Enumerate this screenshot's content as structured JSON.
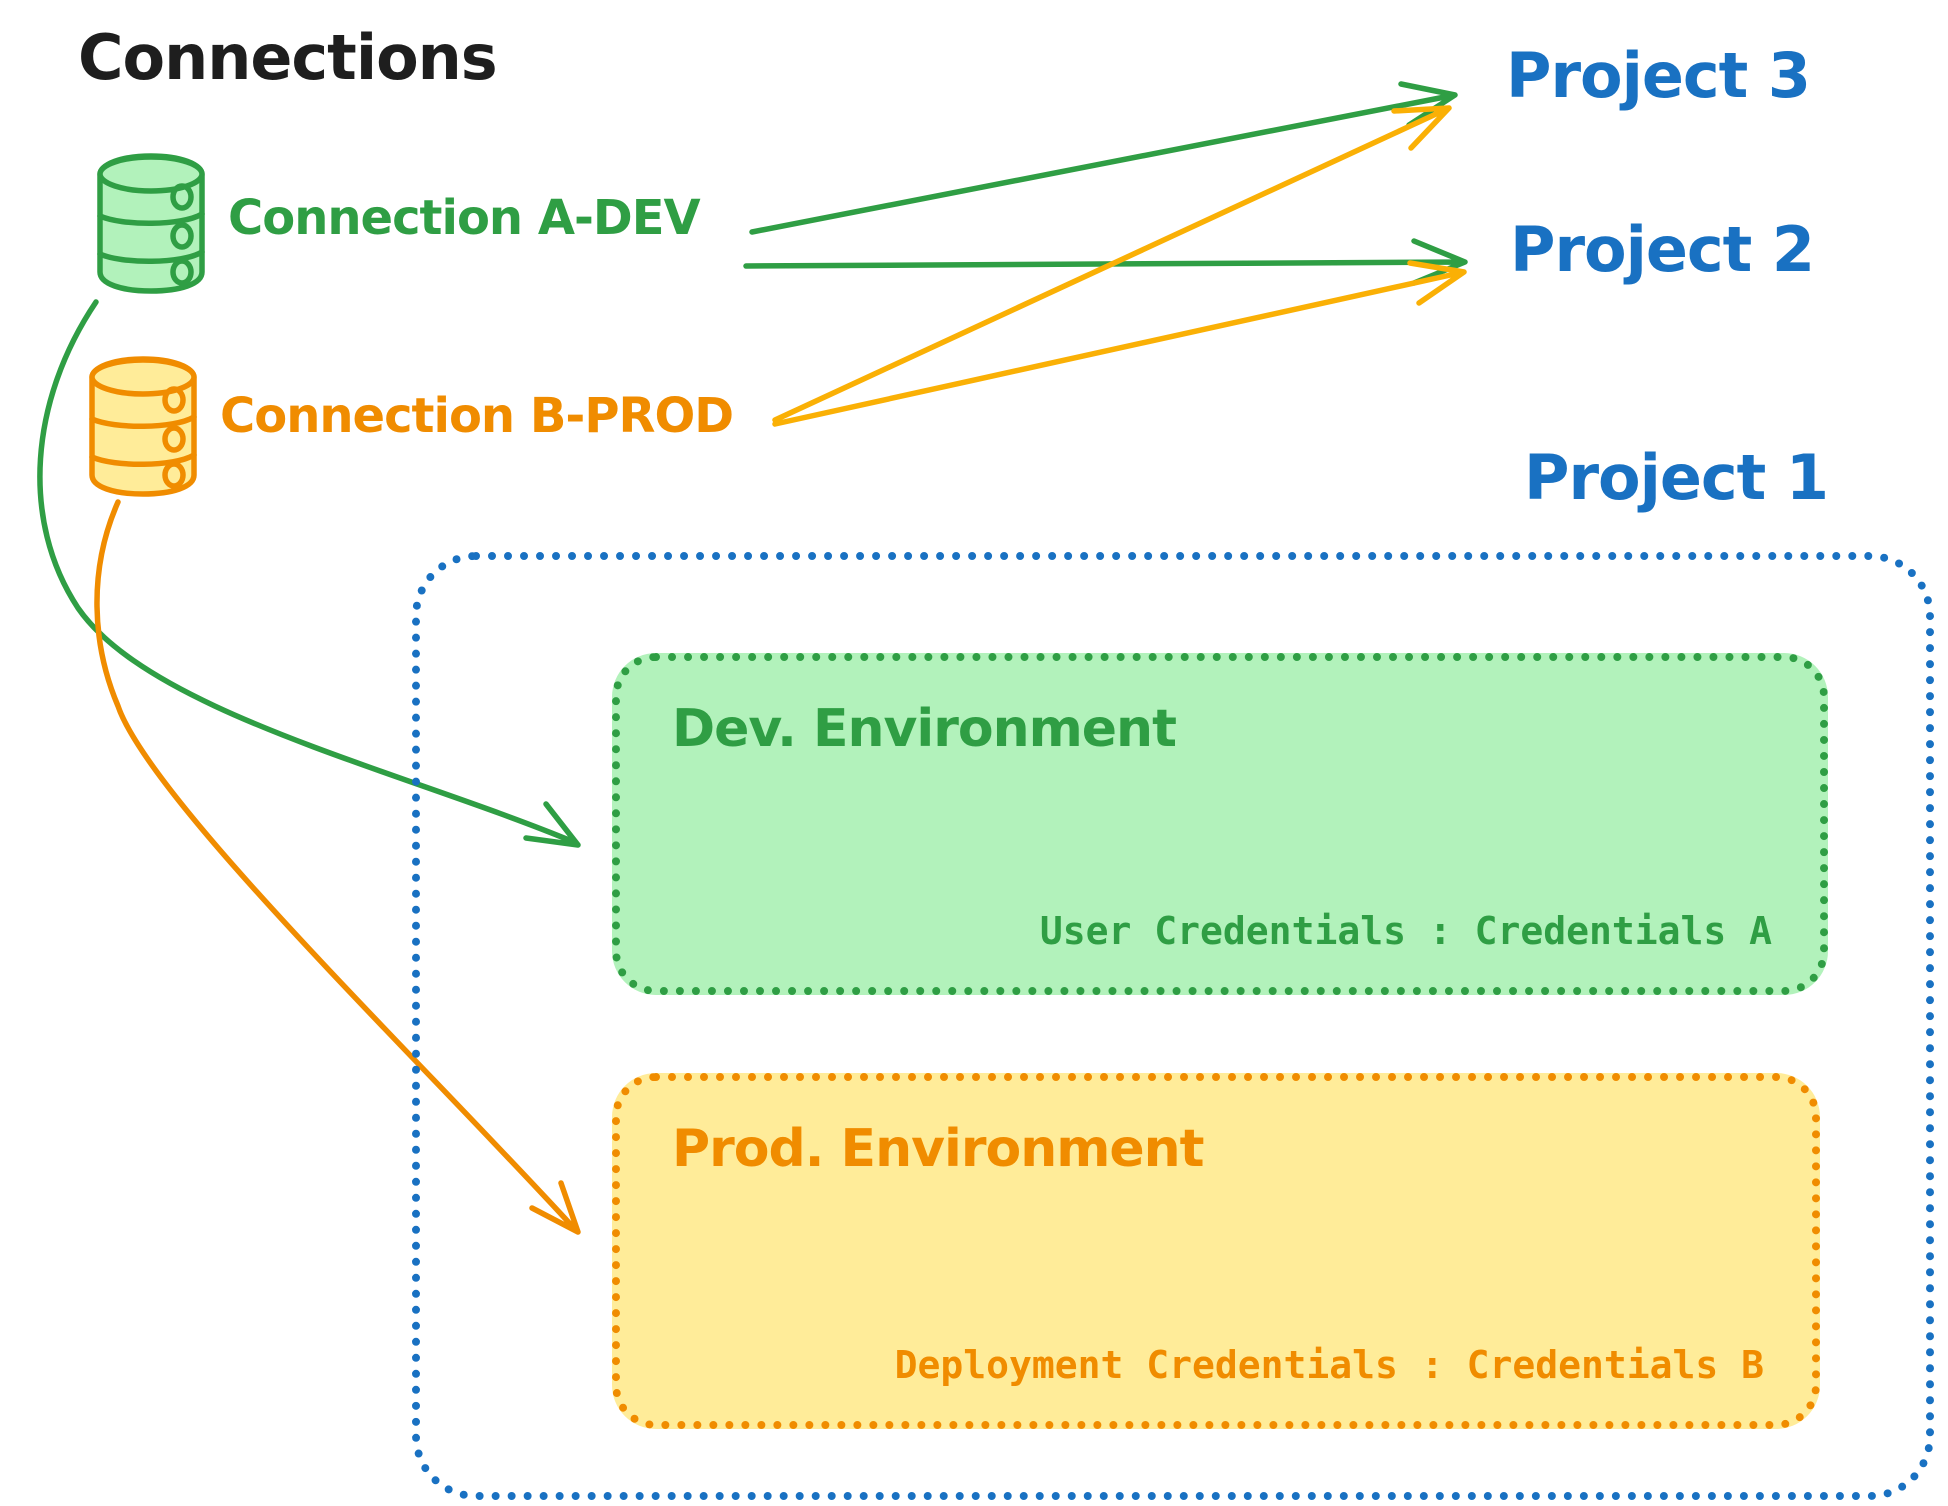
{
  "diagram": {
    "title": "Connections",
    "connections": [
      {
        "id": "connection-a-dev",
        "label": "Connection A-DEV",
        "color": "#2f9e44",
        "fill": "#b2f2bb",
        "icon": "database-icon"
      },
      {
        "id": "connection-b-prod",
        "label": "Connection B-PROD",
        "color": "#f08c00",
        "fill": "#ffec99",
        "icon": "database-icon"
      }
    ],
    "projects": [
      {
        "label": "Project 3"
      },
      {
        "label": "Project 2"
      },
      {
        "label": "Project 1"
      }
    ],
    "project1_detail": {
      "belongs_to": "Project 1",
      "environments": [
        {
          "title": "Dev. Environment",
          "credentials_label": "User Credentials : Credentials A",
          "color": "#2f9e44",
          "fill": "#b2f2bb"
        },
        {
          "title": "Prod. Environment",
          "credentials_label": "Deployment Credentials : Credentials B",
          "color": "#f08c00",
          "fill": "#ffec99"
        }
      ]
    },
    "links": [
      {
        "from": "Connection A-DEV",
        "to": "Project 3",
        "color": "#2f9e44"
      },
      {
        "from": "Connection A-DEV",
        "to": "Project 2",
        "color": "#2f9e44"
      },
      {
        "from": "Connection B-PROD",
        "to": "Project 3",
        "color": "#f08c00"
      },
      {
        "from": "Connection B-PROD",
        "to": "Project 2",
        "color": "#f08c00"
      },
      {
        "from": "Connection A-DEV",
        "to": "Dev. Environment",
        "color": "#2f9e44"
      },
      {
        "from": "Connection B-PROD",
        "to": "Prod. Environment",
        "color": "#f08c00"
      }
    ],
    "colors": {
      "title": "#1e1e1e",
      "project_blue": "#1971c2",
      "green": "#2f9e44",
      "green_fill": "#b2f2bb",
      "orange": "#f08c00",
      "orange_fill": "#ffec99",
      "background": "#ffffff"
    }
  }
}
